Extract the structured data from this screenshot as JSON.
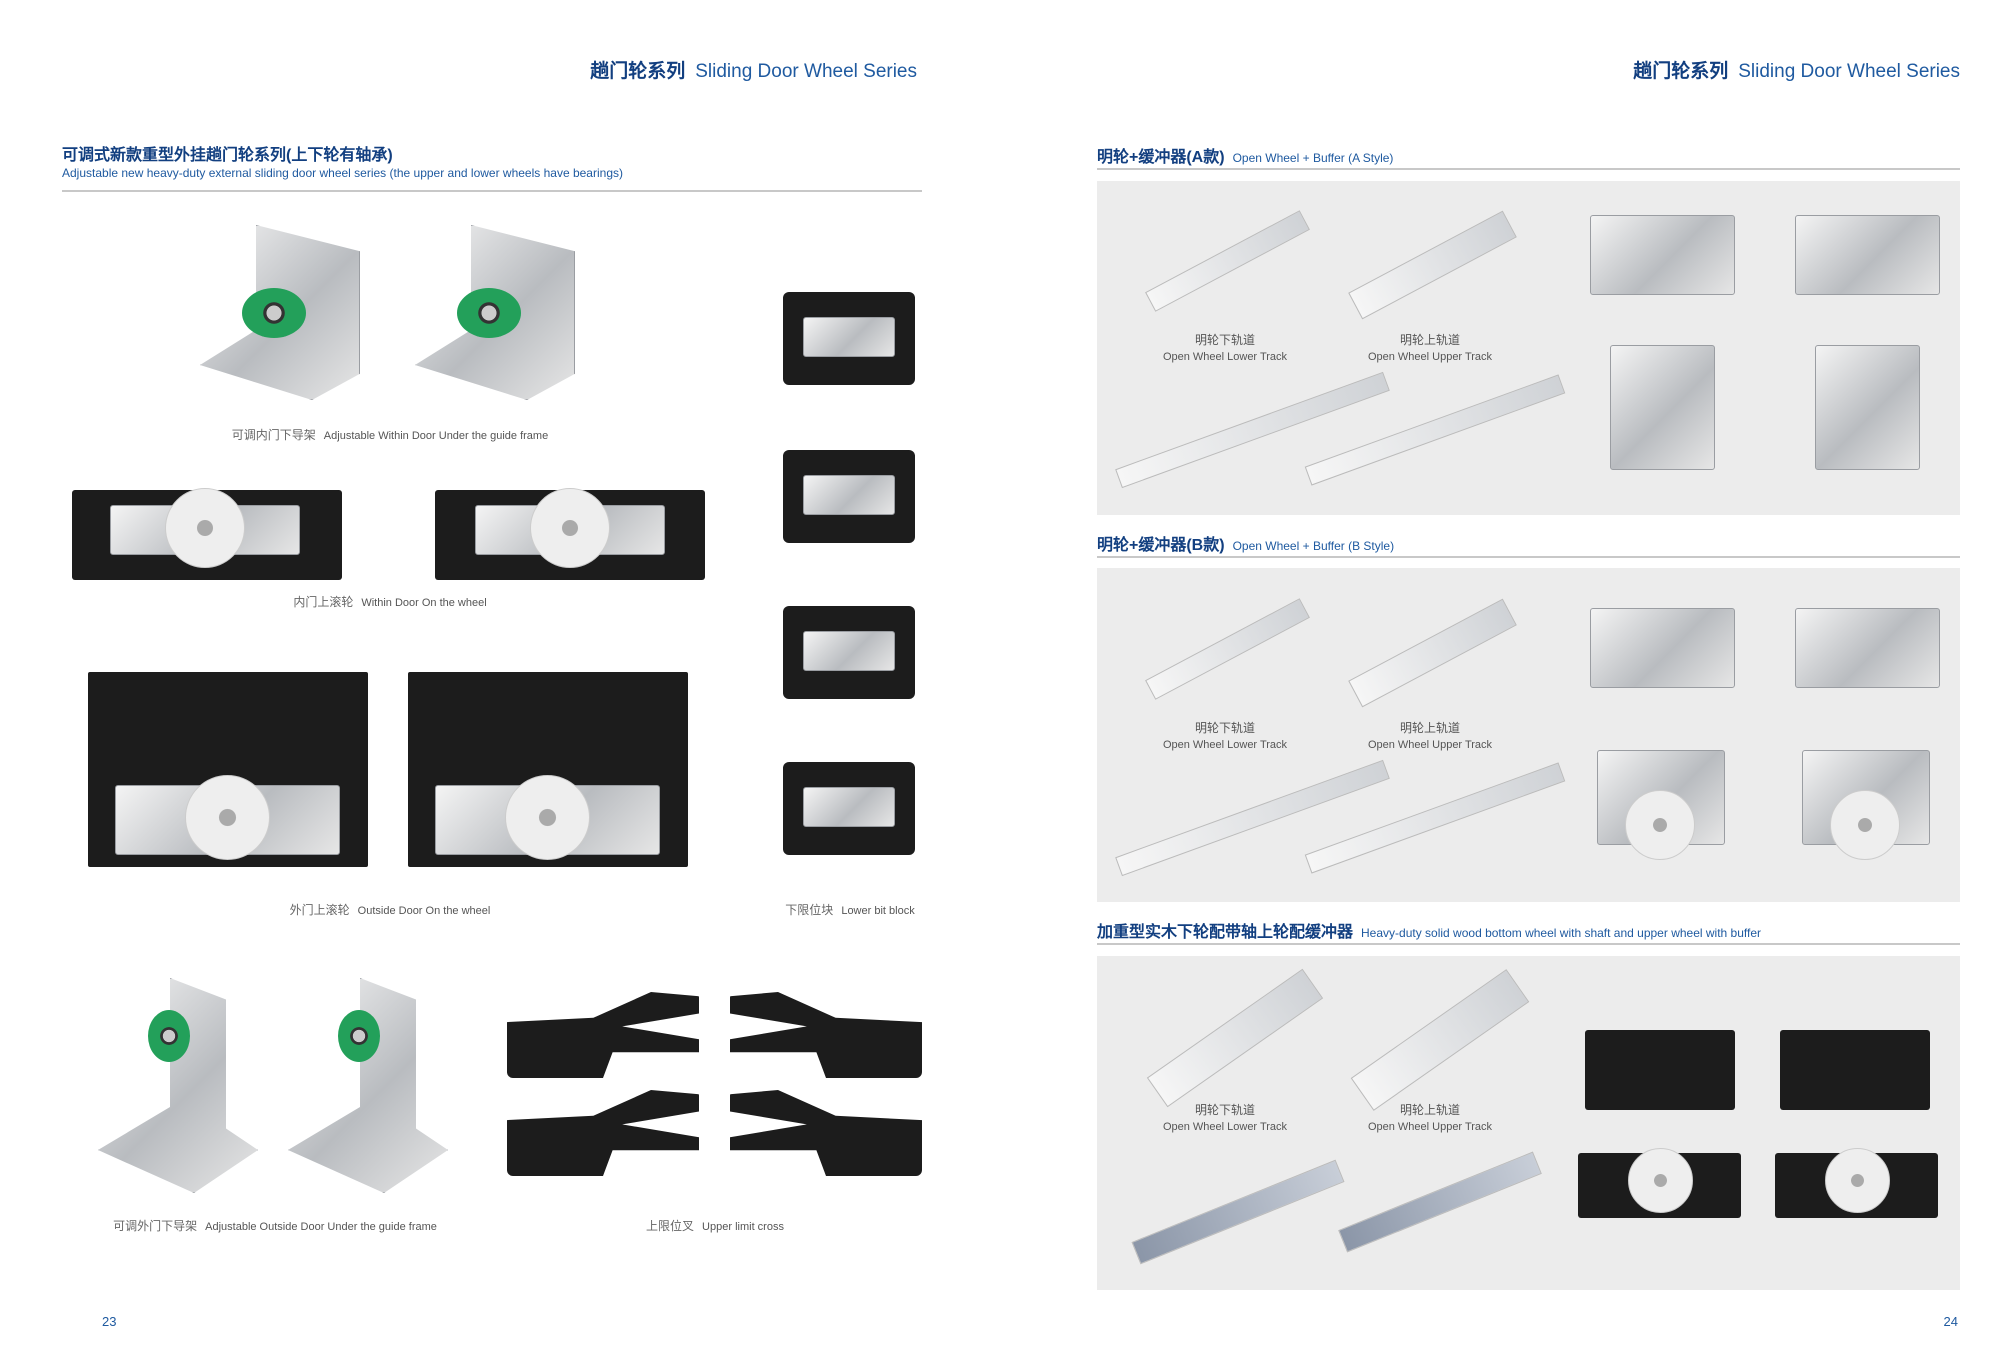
{
  "left_page": {
    "header": {
      "cn": "趟门轮系列",
      "en": "Sliding Door Wheel Series"
    },
    "section": {
      "cn": "可调式新款重型外挂趟门轮系列(上下轮有轴承)",
      "en": "Adjustable new heavy-duty external sliding door wheel series (the upper and lower wheels have bearings)"
    },
    "captions": [
      {
        "cn": "可调内门下导架",
        "en": "Adjustable Within Door Under the guide frame"
      },
      {
        "cn": "内门上滚轮",
        "en": "Within Door On the wheel"
      },
      {
        "cn": "外门上滚轮",
        "en": "Outside Door On the wheel"
      },
      {
        "cn": "下限位块",
        "en": "Lower bit block"
      },
      {
        "cn": "可调外门下导架",
        "en": "Adjustable Outside Door Under the guide frame"
      },
      {
        "cn": "上限位叉",
        "en": "Upper limit cross"
      }
    ],
    "page_number": "23"
  },
  "right_page": {
    "header": {
      "cn": "趟门轮系列",
      "en": "Sliding Door Wheel Series"
    },
    "sections": [
      {
        "cn": "明轮+缓冲器(A款)",
        "en": "Open Wheel + Buffer (A Style)"
      },
      {
        "cn": "明轮+缓冲器(B款)",
        "en": "Open Wheel + Buffer (B Style)"
      },
      {
        "cn": "加重型实木下轮配带轴上轮配缓冲器",
        "en": "Heavy-duty solid wood bottom wheel with shaft and upper wheel with buffer"
      }
    ],
    "track_labels": {
      "lower_cn": "明轮下轨道",
      "lower_en": "Open Wheel Lower Track",
      "upper_cn": "明轮上轨道",
      "upper_en": "Open Wheel Upper Track"
    },
    "page_number": "24"
  },
  "colors": {
    "title": "#123f80",
    "accent": "#1f5aa0",
    "panel": "#ececec"
  }
}
